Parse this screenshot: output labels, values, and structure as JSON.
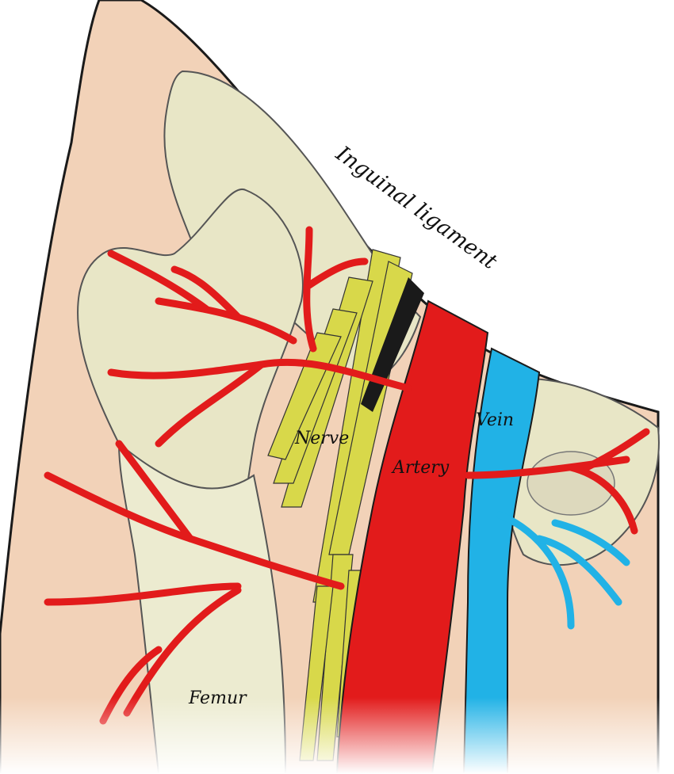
{
  "labels": {
    "inguinal_ligament": "Inguinal ligament",
    "nerve": "Nerve",
    "artery": "Artery",
    "vein": "Vein",
    "femur": "Femur"
  },
  "colors": {
    "skin": "#f2d2b8",
    "bone": "#e8e6c6",
    "bone_shade": "#bdb9a0",
    "nerve": "#d8d84a",
    "artery": "#e21b1b",
    "vein": "#21b2e6",
    "outline": "#1a1a1a"
  }
}
